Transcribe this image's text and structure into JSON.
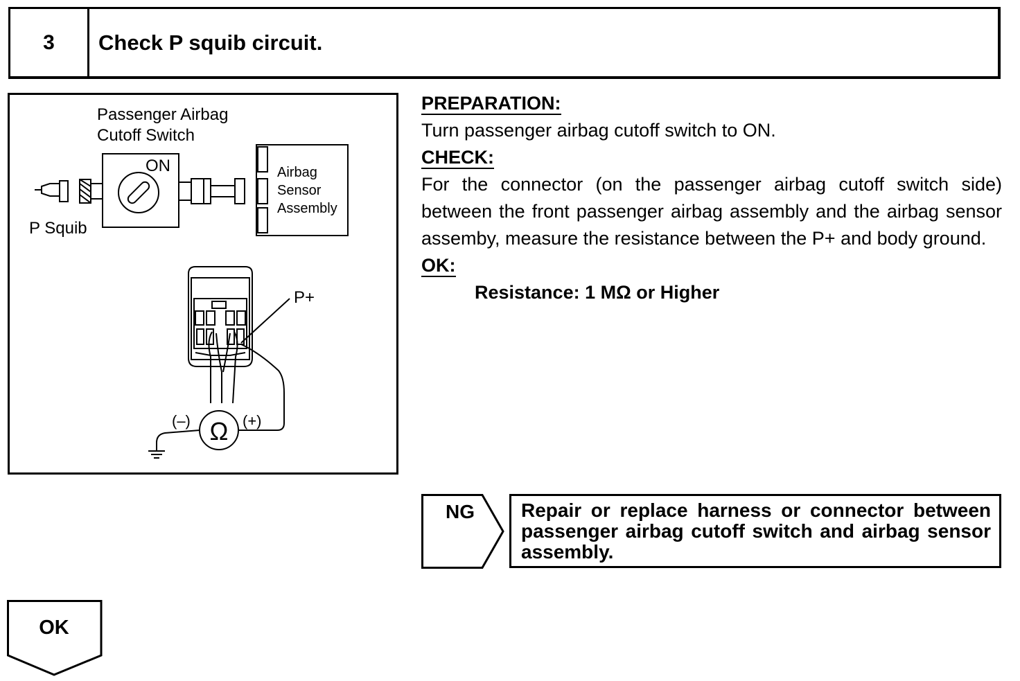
{
  "header": {
    "step_number": "3",
    "title": "Check P squib circuit."
  },
  "figure": {
    "switch_label_line1": "Passenger Airbag",
    "switch_label_line2": "Cutoff Switch",
    "on_label": "ON",
    "sensor_label_line1": "Airbag",
    "sensor_label_line2": "Sensor",
    "sensor_label_line3": "Assembly",
    "squib_label": "P Squib",
    "terminal_label": "P+",
    "minus_label": "(–)",
    "plus_label": "(+)",
    "ohm_symbol": "Ω",
    "icons": [
      "ohmmeter-icon",
      "ground-icon",
      "connector-icon"
    ]
  },
  "procedure": {
    "preparation_label": "PREPARATION:",
    "preparation_text": "Turn passenger airbag cutoff switch to ON.",
    "check_label": "CHECK:",
    "check_text": "For the connector (on the passenger airbag cutoff switch side) between the front passenger airbag assembly and the airbag sensor assemby, measure the resistance between the P+ and body ground.",
    "ok_label": "OK:",
    "ok_spec": "Resistance: 1 MΩ or Higher"
  },
  "ng_result": {
    "label": "NG",
    "action": "Repair or replace harness or connector between passenger airbag cutoff switch and airbag sensor assembly."
  },
  "ok_result": {
    "label": "OK"
  }
}
